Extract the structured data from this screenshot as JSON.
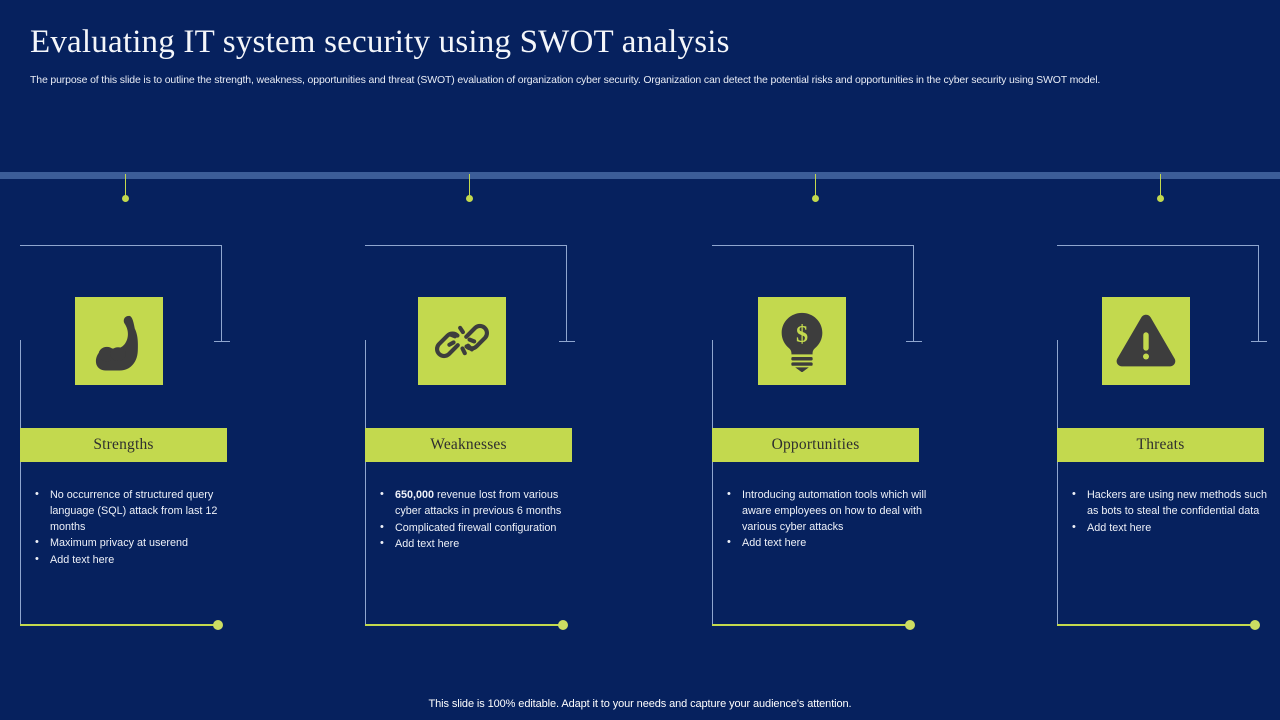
{
  "header": {
    "title": "Evaluating IT system security using SWOT analysis",
    "subtitle": "The purpose of this slide is to outline the strength, weakness, opportunities and threat (SWOT) evaluation of organization cyber security. Organization can detect the potential risks and opportunities in the cyber security using SWOT model."
  },
  "colors": {
    "background": "#06215e",
    "accent_lime": "#c3d94e",
    "divider_blue": "#3c5d98",
    "frame_line": "#8fa6cf",
    "icon_dark": "#3d3d3d",
    "text_light": "#eef1f8"
  },
  "cards": [
    {
      "id": "strengths",
      "label": "Strengths",
      "icon": "flexed-biceps-icon",
      "bullets": [
        {
          "bold": "",
          "text": "No occurrence of structured query language (SQL) attack from last 12 months"
        },
        {
          "bold": "",
          "text": "Maximum privacy at userend"
        },
        {
          "bold": "",
          "text": "Add text here"
        }
      ]
    },
    {
      "id": "weaknesses",
      "label": "Weaknesses",
      "icon": "broken-chain-link-icon",
      "bullets": [
        {
          "bold": "650,000",
          "text": " revenue lost from various cyber attacks in previous 6 months"
        },
        {
          "bold": "",
          "text": "Complicated firewall configuration"
        },
        {
          "bold": "",
          "text": "Add text here"
        }
      ]
    },
    {
      "id": "opportunities",
      "label": "Opportunities",
      "icon": "lightbulb-dollar-icon",
      "bullets": [
        {
          "bold": "",
          "text": "Introducing automation tools which will aware employees on how to deal with various cyber attacks"
        },
        {
          "bold": "",
          "text": "Add text here"
        }
      ]
    },
    {
      "id": "threats",
      "label": "Threats",
      "icon": "warning-triangle-icon",
      "bullets": [
        {
          "bold": "",
          "text": "Hackers are using new methods such as bots to steal the confidential data"
        },
        {
          "bold": "",
          "text": "Add text here"
        }
      ]
    }
  ],
  "footer": {
    "text": "This slide is 100% editable. Adapt it to your needs and capture your audience's attention."
  }
}
